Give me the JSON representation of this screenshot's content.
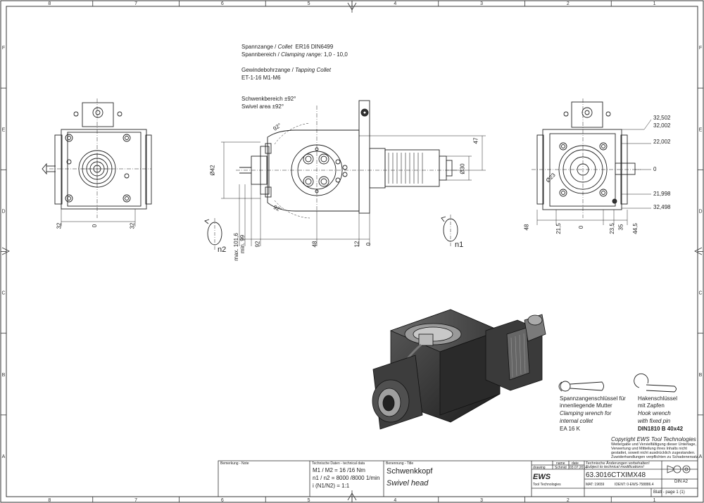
{
  "frame": {
    "columns": [
      "8",
      "7",
      "6",
      "5",
      "4",
      "3",
      "2",
      "1"
    ],
    "rows": [
      "F",
      "E",
      "D",
      "C",
      "B",
      "A"
    ]
  },
  "notes": {
    "collet_de": "Spannzange /",
    "collet_en": "Collet",
    "collet_spec": "ER16    DIN6499",
    "clamp_de": "Spannbereich /",
    "clamp_en": "Clamping range:",
    "clamp_spec": "1,0 - 10,0",
    "tap_de": "Gewindebohrzange /",
    "tap_en": "Tapping Collet",
    "tap_spec": "ET-1-16   M1-M6",
    "swivel_de": "Schwenkbereich ±92°",
    "swivel_en": "Swivel area ±92°"
  },
  "front_view": {
    "dims": [
      "32",
      "0",
      "32"
    ]
  },
  "side_view": {
    "angle_top": "92°",
    "angle_bottom": "92°",
    "dia_left": "Ø42",
    "dia_spindle": "Ø30",
    "dim_47": "47",
    "bottom_dims": [
      "max. 101,6",
      "min. 99",
      "92",
      "48",
      "12",
      "0"
    ],
    "rotation_label": "n2"
  },
  "rear_view": {
    "right_dims": [
      "32,502",
      "32,002",
      "22,002",
      "0",
      "21,998",
      "32,498"
    ],
    "bottom_dims": [
      "48",
      "21,5",
      "0",
      "23,5",
      "35",
      "44,5"
    ],
    "dia": "Ø23",
    "rotation_label": "n1"
  },
  "accessories": {
    "wrench1_line1": "Spannzangenschlüssel für",
    "wrench1_line2": "innenliegende Mutter",
    "wrench1_line3": "Clamping wrench for",
    "wrench1_line4": "internal collet",
    "wrench1_code": "EA 16 K",
    "wrench2_line1": "Hakenschlüssel",
    "wrench2_line2": "mit Zapfen",
    "wrench2_line3": "Hook wrench",
    "wrench2_line4": "with fixed pin",
    "wrench2_code": "DIN1810 B 40x42"
  },
  "copyright": {
    "line1": "Copyright EWS Tool Technologies",
    "line2": "Weitergabe und Vervielfältigung dieser Unterlage,",
    "line3": "Verwertung und Mitteilung ihres Inhalts nicht",
    "line4": "gestattet, soweit nicht ausdrücklich zugestanden.",
    "line5": "Zuwiderhandlungen verpflichten zu Schadenersatz."
  },
  "title_block": {
    "remark_label": "Bemerkung - Note",
    "tech_label": "Technische Daten - technical data",
    "torque": "M1 / M2 = 16  /16  Nm",
    "speed": "n1 / n2 = 8000 /8000  1/min",
    "ratio": "i  (N1/N2) = 1:1",
    "name_label": "Benennung - Title",
    "name_de": "Schwenkkopf",
    "name_en": "Swivel head",
    "col_name": "name",
    "col_date": "date",
    "drawing_label": "drawing",
    "drawer": "Schmid",
    "draw_date": "03.07.2014",
    "company": "EWS",
    "company_sub": "Tool Technologies",
    "change_de": "Technische Änderungen vorbehalten!",
    "change_en": "Subject to technical modifications!",
    "part_no": "63.3016CTXIMX48",
    "format": "DIN A2",
    "mat_no": "MAT: 19659",
    "ident": "IDENT: 0-EWS-758886.4",
    "sheet": "Blatt - page  1 (1)"
  }
}
